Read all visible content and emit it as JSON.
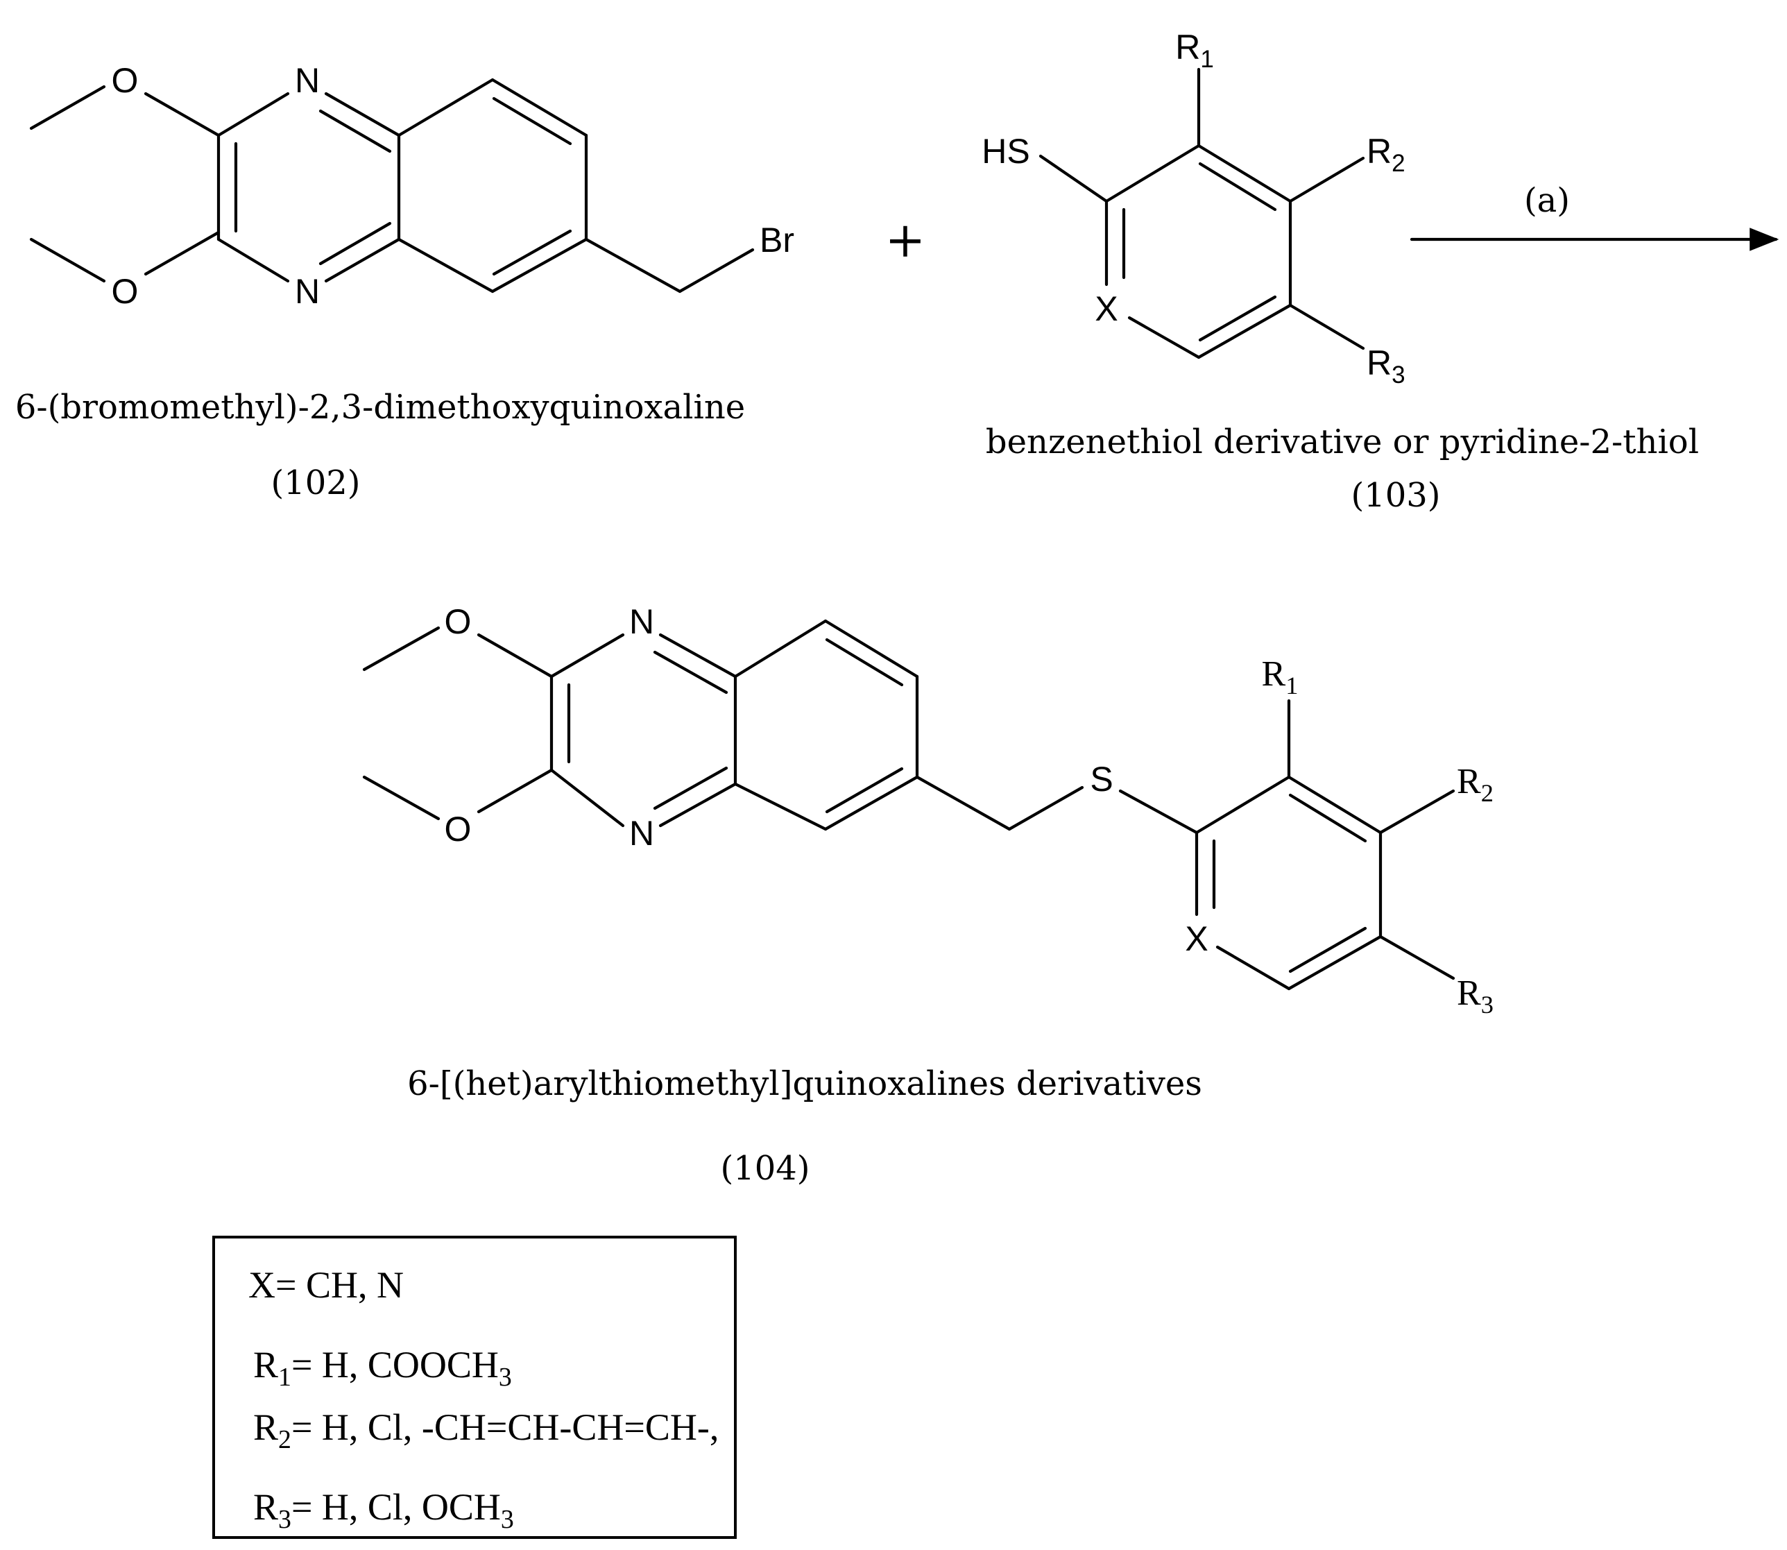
{
  "reactant_102": {
    "atoms": {
      "o_top": "O",
      "o_bottom": "O",
      "n_top": "N",
      "n_bottom": "N",
      "br": "Br"
    },
    "name": "6-(bromomethyl)-2,3-dimethoxyquinoxaline",
    "number": "(102)"
  },
  "plus": "+",
  "reactant_103": {
    "atoms": {
      "hs": "HS",
      "x": "X",
      "r1": "R",
      "r1_sub": "1",
      "r2": "R",
      "r2_sub": "2",
      "r3": "R",
      "r3_sub": "3"
    },
    "name": "benzenethiol derivative or pyridine-2-thiol",
    "number": "(103)"
  },
  "arrow": {
    "condition": "(a)"
  },
  "product_104": {
    "atoms": {
      "o_top": "O",
      "o_bottom": "O",
      "n_top": "N",
      "n_bottom": "N",
      "s": "S",
      "x": "X",
      "r1": "R",
      "r1_sub": "1",
      "r2": "R",
      "r2_sub": "2",
      "r3": "R",
      "r3_sub": "3"
    },
    "name": "6-[(het)arylthiomethyl]quinoxalines derivatives",
    "number": "(104)"
  },
  "substituents": {
    "x_line": "X= CH, N",
    "r1": {
      "label": "R",
      "sub": "1",
      "text": "= H, COOCH",
      "tail_sub": "3"
    },
    "r2": {
      "label": "R",
      "sub": "2",
      "text": "= H, Cl, -CH=CH-CH=CH-,"
    },
    "r3": {
      "label": "R",
      "sub": "3",
      "text": "= H, Cl, OCH",
      "tail_sub": "3"
    }
  }
}
